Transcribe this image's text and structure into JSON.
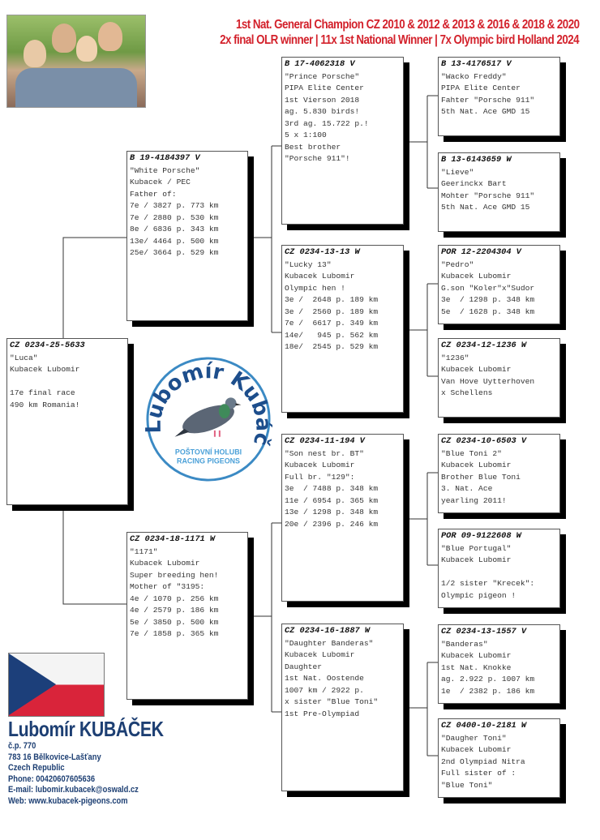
{
  "header": {
    "line1": "1st Nat. General Champion CZ 2010 & 2012 & 2013 & 2016 & 2018 & 2020",
    "line2": "2x final OLR winner | 11x 1st National Winner | 7x Olympic bird Holland 2024"
  },
  "logo": {
    "name": "Lubomír Kubáček",
    "line1": "POŠTOVNÍ HOLUBI",
    "line2": "RACING PIGEONS"
  },
  "contact": {
    "name": "Lubomír KUBÁČEK",
    "lines": [
      "č.p. 770",
      "783 16 Bělkovice-Lašťany",
      "Czech Republic",
      "Phone: 00420607605636",
      "E-mail: lubomir.kubacek@oswald.cz",
      "Web: www.kubacek-pigeons.com"
    ]
  },
  "pedigree": {
    "subject": {
      "ring": "CZ  0234-25-5633",
      "lines": [
        "\"Luca\"",
        "Kubacek Lubomir",
        "",
        "17e final race",
        "490 km Romania!"
      ]
    },
    "sire": {
      "ring": "B   19-4184397 V",
      "lines": [
        "\"White Porsche\"",
        "Kubacek / PEC",
        "Father of:",
        "7e / 3827 p. 773 km",
        "7e / 2880 p. 530 km",
        "8e / 6836 p. 343 km",
        "13e/ 4464 p. 500 km",
        "25e/ 3664 p. 529 km"
      ]
    },
    "dam": {
      "ring": "CZ  0234-18-1171 W",
      "lines": [
        "\"1171\"",
        "Kubacek Lubomir",
        "Super breeding hen!",
        "Mother of \"3195:",
        "4e / 1070 p. 256 km",
        "4e / 2579 p. 186 km",
        "5e / 3850 p. 500 km",
        "7e / 1858 p. 365 km"
      ]
    },
    "gen3": [
      {
        "ring": "B   17-4062318 V",
        "lines": [
          "\"Prince Porsche\"",
          "PIPA Elite Center",
          "1st Vierson 2018",
          "ag. 5.830 birds!",
          "3rd ag. 15.722 p.!",
          "5 x 1:100",
          "Best brother",
          "\"Porsche 911\"!"
        ]
      },
      {
        "ring": "CZ  0234-13-13 W",
        "lines": [
          "\"Lucky 13\"",
          "Kubacek Lubomir",
          "Olympic hen !",
          "3e /  2648 p. 189 km",
          "3e /  2560 p. 189 km",
          "7e /  6617 p. 349 km",
          "14e/   945 p. 562 km",
          "18e/  2545 p. 529 km"
        ]
      },
      {
        "ring": "CZ  0234-11-194 V",
        "lines": [
          "\"Son nest br. BT\"",
          "Kubacek Lubomir",
          "Full br. \"129\":",
          "3e  / 7488 p. 348 km",
          "11e / 6954 p. 365 km",
          "13e / 1298 p. 348 km",
          "20e / 2396 p. 246 km"
        ]
      },
      {
        "ring": "CZ  0234-16-1887 W",
        "lines": [
          "\"Daughter Banderas\"",
          "Kubacek Lubomir",
          "Daughter",
          "1st Nat. Oostende",
          "1007 km / 2922 p.",
          "x sister \"Blue Toni\"",
          "1st Pre-Olympiad"
        ]
      }
    ],
    "gen4": [
      {
        "ring": "B   13-4176517 V",
        "lines": [
          "\"Wacko Freddy\"",
          "PIPA Elite Center",
          "Fahter \"Porsche 911\"",
          "5th Nat. Ace GMD 15"
        ]
      },
      {
        "ring": "B   13-6143659 W",
        "lines": [
          "\"Lieve\"",
          "Geerinckx Bart",
          "Mohter \"Porsche 911\"",
          "5th Nat. Ace GMD 15"
        ]
      },
      {
        "ring": "POR 12-2204304 V",
        "lines": [
          "\"Pedro\"",
          "Kubacek Lubomir",
          "G.son \"Koler\"x\"Sudor",
          "3e  / 1298 p. 348 km",
          "5e  / 1628 p. 348 km"
        ]
      },
      {
        "ring": "CZ  0234-12-1236 W",
        "lines": [
          "\"1236\"",
          "Kubacek Lubomir",
          "Van Hove Uytterhoven",
          "x Schellens"
        ]
      },
      {
        "ring": "CZ  0234-10-6503 V",
        "lines": [
          "\"Blue Toni 2\"",
          "Kubacek Lubomir",
          "Brother Blue Toni",
          "3. Nat. Ace",
          "yearling 2011!"
        ]
      },
      {
        "ring": "POR 09-9122608 W",
        "lines": [
          "\"Blue Portugal\"",
          "Kubacek Lubomir",
          "",
          "1/2 sister \"Krecek\":",
          "Olympic pigeon !"
        ]
      },
      {
        "ring": "CZ  0234-13-1557 V",
        "lines": [
          "\"Banderas\"",
          "Kubacek Lubomir",
          "1st Nat. Knokke",
          "ag. 2.922 p. 1007 km",
          "1e  / 2382 p. 186 km"
        ]
      },
      {
        "ring": "CZ  0400-10-2181 W",
        "lines": [
          "\"Daugher Toni\"",
          "Kubacek Lubomir",
          "2nd Olympiad Nitra",
          "Full sister of :",
          "\"Blue Toni\""
        ]
      }
    ]
  }
}
